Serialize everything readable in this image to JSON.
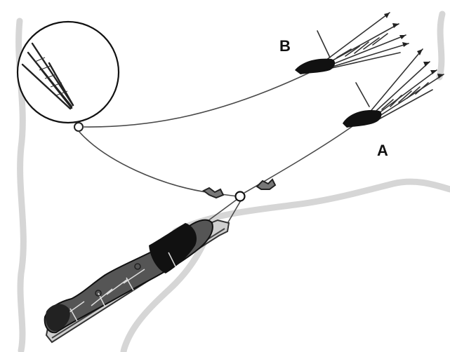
{
  "labels": {
    "anchor_a": "A",
    "anchor_b": "B"
  },
  "colors": {
    "ink": "#111111",
    "rope": "#4a4a4a",
    "terrain": "#d6d6d6",
    "background": "#ffffff"
  },
  "icons": [
    "picket-anchor-icon",
    "detail-magnifier-circle",
    "rescue-litter-icon",
    "master-ring-icon"
  ]
}
